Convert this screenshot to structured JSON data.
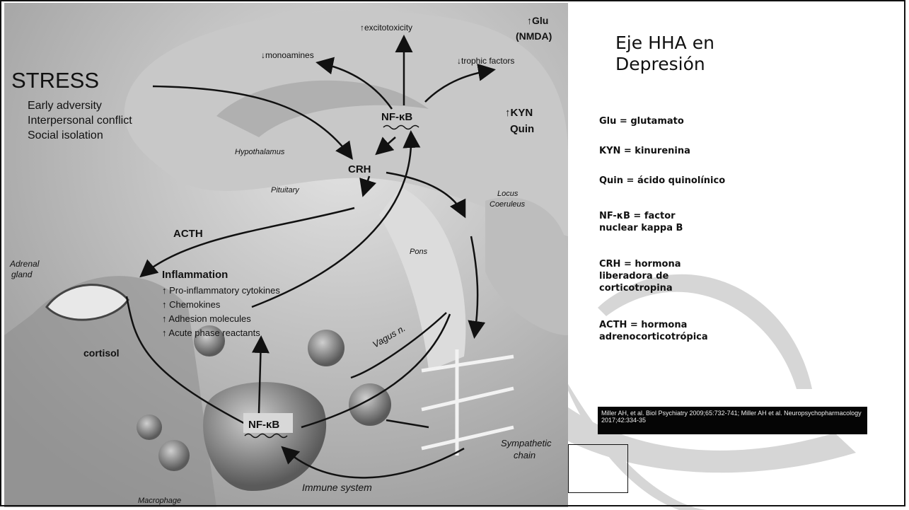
{
  "slide": {
    "title_line1": "Eje HHA en",
    "title_line2": "Depresión",
    "abbreviations": [
      "Glu = glutamato",
      "KYN = kinurenina",
      "Quin = ácido quinolínico",
      "NF-κB = factor nuclear kappa B",
      "CRH = hormona liberadora de corticotropina",
      "ACTH = hormona adrenocorticotrópica"
    ],
    "citation": "Miller AH, et al. Biol Psychiatry 2009;65:732-741; Miller AH et al. Neuropsychopharmacology 2017;42:334-35"
  },
  "figure": {
    "stress": "STRESS",
    "stress_items": [
      "Early adversity",
      "Interpersonal conflict",
      "Social isolation"
    ],
    "monoamines": "↓monoamines",
    "excitotoxicity": "↑excitotoxicity",
    "trophic": "↓trophic factors",
    "glu_line1": "↑Glu",
    "glu_line2": "(NMDA)",
    "kyn_line1": "↑KYN",
    "kyn_line2": "Quin",
    "nfkb_brain": "NF-κB",
    "hypothalamus": "Hypothalamus",
    "crh": "CRH",
    "pituitary": "Pituitary",
    "locus1": "Locus",
    "locus2": "Coeruleus",
    "acth": "ACTH",
    "pons": "Pons",
    "adrenal1": "Adrenal",
    "adrenal2": "gland",
    "inflammation": "Inflammation",
    "inflammation_items": [
      "↑ Pro-inflammatory cytokines",
      "↑ Chemokines",
      "↑ Adhesion molecules",
      "↑ Acute phase reactants"
    ],
    "vagus": "Vagus n.",
    "cortisol": "cortisol",
    "nfkb_macro": "NF-κB",
    "sympathetic1": "Sympathetic",
    "sympathetic2": "chain",
    "immune": "Immune system",
    "macrophage": "Macrophage"
  }
}
